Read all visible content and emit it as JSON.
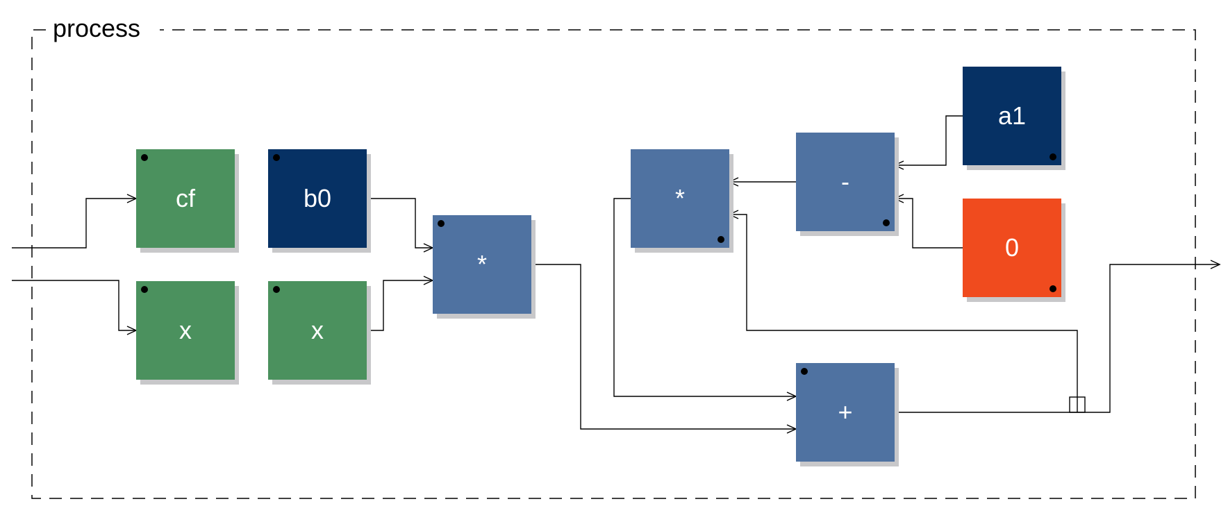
{
  "group": {
    "title": "process"
  },
  "colors": {
    "function_block": "#4f72a1",
    "input_block": "#4b915e",
    "constant_block": "#063164",
    "number_block": "#f04b1e",
    "shadow": "#c8c8ca",
    "wire": "#000000"
  },
  "blocks": {
    "cf": {
      "label": "cf",
      "kind": "input",
      "color": "#4b915e"
    },
    "x1": {
      "label": "x",
      "kind": "input",
      "color": "#4b915e"
    },
    "b0": {
      "label": "b0",
      "kind": "constant",
      "color": "#063164"
    },
    "x2": {
      "label": "x",
      "kind": "input",
      "color": "#4b915e"
    },
    "mul1": {
      "label": "*",
      "kind": "function",
      "color": "#4f72a1"
    },
    "mul2": {
      "label": "*",
      "kind": "function",
      "color": "#4f72a1"
    },
    "sub": {
      "label": "-",
      "kind": "function",
      "color": "#4f72a1"
    },
    "a1": {
      "label": "a1",
      "kind": "constant",
      "color": "#063164"
    },
    "zero": {
      "label": "0",
      "kind": "number",
      "color": "#f04b1e"
    },
    "add": {
      "label": "+",
      "kind": "function",
      "color": "#4f72a1"
    }
  },
  "connections": [
    {
      "from": "input-1",
      "to": "cf"
    },
    {
      "from": "input-2",
      "to": "x1"
    },
    {
      "from": "b0",
      "to": "mul1"
    },
    {
      "from": "x2",
      "to": "mul1"
    },
    {
      "from": "mul1",
      "to": "add"
    },
    {
      "from": "a1",
      "to": "sub"
    },
    {
      "from": "zero",
      "to": "sub"
    },
    {
      "from": "sub",
      "to": "mul2"
    },
    {
      "from": "add",
      "to": "mul2",
      "note": "feedback via delay"
    },
    {
      "from": "mul2",
      "to": "add"
    },
    {
      "from": "add",
      "to": "output"
    }
  ]
}
